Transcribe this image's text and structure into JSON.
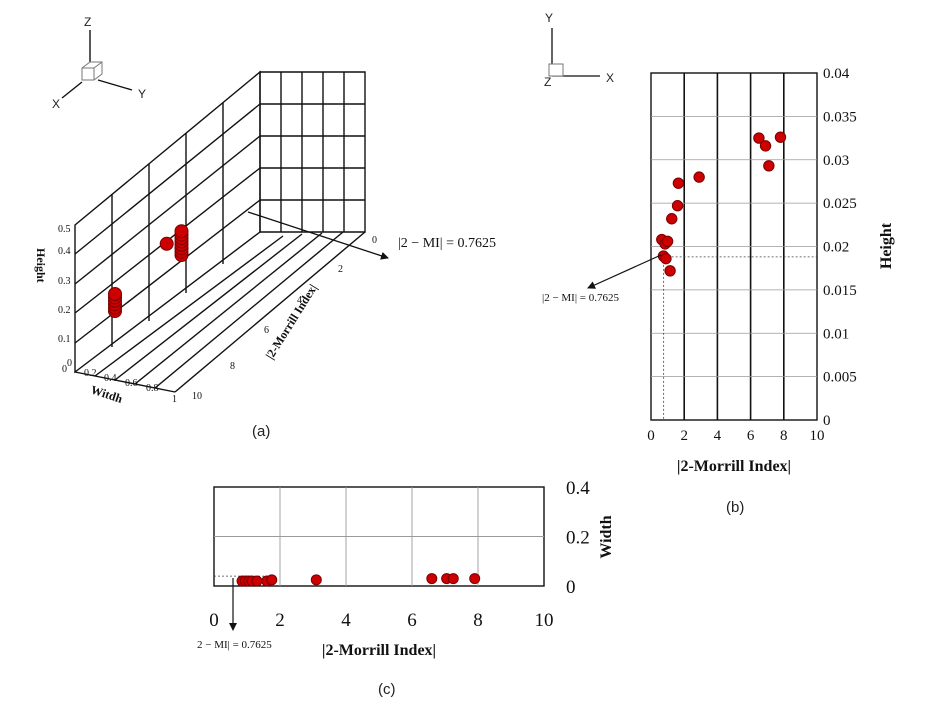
{
  "chart_data": [
    {
      "id": "a",
      "type": "scatter",
      "panel_label": "(a)",
      "x_axis": {
        "title": "Witdh",
        "ticks": [
          "0",
          "0.2",
          "0.4",
          "0.6",
          "0.8",
          "1"
        ]
      },
      "y_axis": {
        "title": "|2-Morrill Index|",
        "ticks": [
          "0",
          "2",
          "4",
          "6",
          "8",
          "10"
        ]
      },
      "z_axis": {
        "title": "Height",
        "ticks": [
          "0",
          "0.1",
          "0.2",
          "0.3",
          "0.4",
          "0.5"
        ]
      },
      "annotation": "|2 − MI| = 0.7625",
      "triad": {
        "x": "X",
        "y": "Y",
        "z": "Z"
      },
      "groups": [
        {
          "points": [
            [
              0.05,
              0.0,
              0.2
            ],
            [
              0.05,
              0.0,
              0.22
            ],
            [
              0.05,
              0.0,
              0.24
            ],
            [
              0.05,
              0.0,
              0.26
            ],
            [
              0.05,
              0.0,
              0.28
            ],
            [
              0.05,
              0.0,
              0.3
            ]
          ]
        },
        {
          "points": [
            [
              0.05,
              3.5,
              0.2
            ],
            [
              0.05,
              3.5,
              0.22
            ],
            [
              0.05,
              3.5,
              0.24
            ],
            [
              0.05,
              3.5,
              0.26
            ],
            [
              0.05,
              3.5,
              0.28
            ],
            [
              0.05,
              3.5,
              0.3
            ],
            [
              0.05,
              3.5,
              0.32
            ],
            [
              0.05,
              3.5,
              0.34
            ]
          ]
        }
      ]
    },
    {
      "id": "b",
      "type": "scatter",
      "panel_label": "(b)",
      "xlabel": "|2-Morrill Index|",
      "ylabel": "Height",
      "xlim": [
        0,
        10
      ],
      "ylim": [
        0,
        0.04
      ],
      "xticks": [
        "0",
        "2",
        "4",
        "6",
        "8",
        "10"
      ],
      "yticks": [
        "0",
        "0.005",
        "0.01",
        "0.015",
        "0.02",
        "0.025",
        "0.03",
        "0.035",
        "0.04"
      ],
      "annotation": "|2 − MI| = 0.7625",
      "marker_line": {
        "x": 0.7625,
        "y": 0.0188
      },
      "triad": {
        "x": "X",
        "y": "Y",
        "z": "Z"
      },
      "points": [
        {
          "x": 0.65,
          "y": 0.0208
        },
        {
          "x": 0.85,
          "y": 0.0203
        },
        {
          "x": 1.0,
          "y": 0.0206
        },
        {
          "x": 0.75,
          "y": 0.0189
        },
        {
          "x": 0.9,
          "y": 0.0186
        },
        {
          "x": 1.15,
          "y": 0.0172
        },
        {
          "x": 1.25,
          "y": 0.0232
        },
        {
          "x": 1.6,
          "y": 0.0247
        },
        {
          "x": 1.65,
          "y": 0.0273
        },
        {
          "x": 2.9,
          "y": 0.028
        },
        {
          "x": 6.5,
          "y": 0.0325
        },
        {
          "x": 6.9,
          "y": 0.0316
        },
        {
          "x": 7.1,
          "y": 0.0293
        },
        {
          "x": 7.8,
          "y": 0.0326
        }
      ]
    },
    {
      "id": "c",
      "type": "scatter",
      "panel_label": "(c)",
      "xlabel": "|2-Morrill Index|",
      "ylabel": "Width",
      "xlim": [
        0,
        10
      ],
      "ylim": [
        0,
        0.4
      ],
      "xticks": [
        "0",
        "2",
        "4",
        "6",
        "8",
        "10"
      ],
      "yticks": [
        "0",
        "0.2",
        "0.4"
      ],
      "annotation": "2 − MI| = 0.7625",
      "marker_line": {
        "x": 0.7625,
        "y": 0.04
      },
      "points": [
        {
          "x": 0.85,
          "y": 0.02
        },
        {
          "x": 0.95,
          "y": 0.02
        },
        {
          "x": 1.05,
          "y": 0.02
        },
        {
          "x": 1.15,
          "y": 0.02
        },
        {
          "x": 1.3,
          "y": 0.02
        },
        {
          "x": 1.6,
          "y": 0.02
        },
        {
          "x": 1.75,
          "y": 0.025
        },
        {
          "x": 3.1,
          "y": 0.025
        },
        {
          "x": 6.6,
          "y": 0.03
        },
        {
          "x": 7.05,
          "y": 0.03
        },
        {
          "x": 7.25,
          "y": 0.03
        },
        {
          "x": 7.9,
          "y": 0.03
        }
      ]
    }
  ],
  "colors": {
    "marker_fill": "#cc0000",
    "marker_stroke": "#7a0000",
    "grid": "#111111",
    "grid_light": "#9a9a9a"
  }
}
